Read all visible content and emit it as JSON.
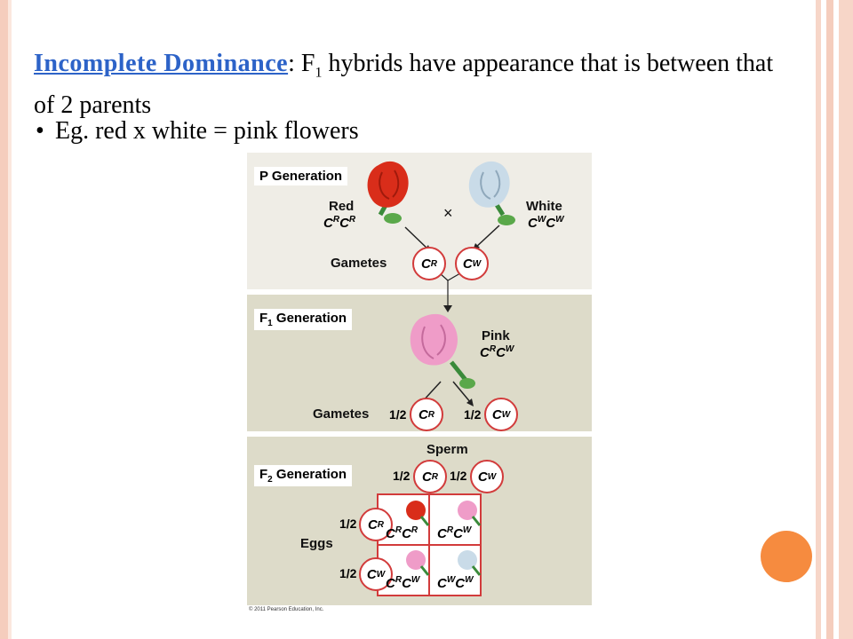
{
  "slide": {
    "heading_term": "Incomplete Dominance",
    "heading_colon": ": F",
    "heading_sub": "1",
    "heading_rest": " hybrids have appearance that is between that of 2 parents",
    "bullet": "Eg. red x white = pink flowers"
  },
  "figure": {
    "p_generation": "P Generation",
    "red_label": "Red",
    "white_label": "White",
    "cross_symbol": "×",
    "gametes_label": "Gametes",
    "f1_generation_prefix": "F",
    "f1_generation_sub": "1",
    "f1_generation_suffix": " Generation",
    "pink_label": "Pink",
    "gametes_label_2": "Gametes",
    "half": "1/2",
    "sperm_label": "Sperm",
    "f2_generation_prefix": "F",
    "f2_generation_sub": "2",
    "f2_generation_suffix": " Generation",
    "eggs_label": "Eggs",
    "allele_base": "C",
    "allele_r": "R",
    "allele_w": "W",
    "copyright": "© 2011 Pearson Education, Inc."
  },
  "colors": {
    "accent_link": "#2d63c8",
    "circle_red": "#d23b3b",
    "panel_light": "#efede6",
    "panel_dark": "#dddbc9",
    "red_flower": "#d92d1a",
    "white_flower": "#c9dbe8",
    "pink_flower": "#ef9cc8",
    "border_decor": "#f5cdbd",
    "orange_dot": "#f68b3f"
  }
}
